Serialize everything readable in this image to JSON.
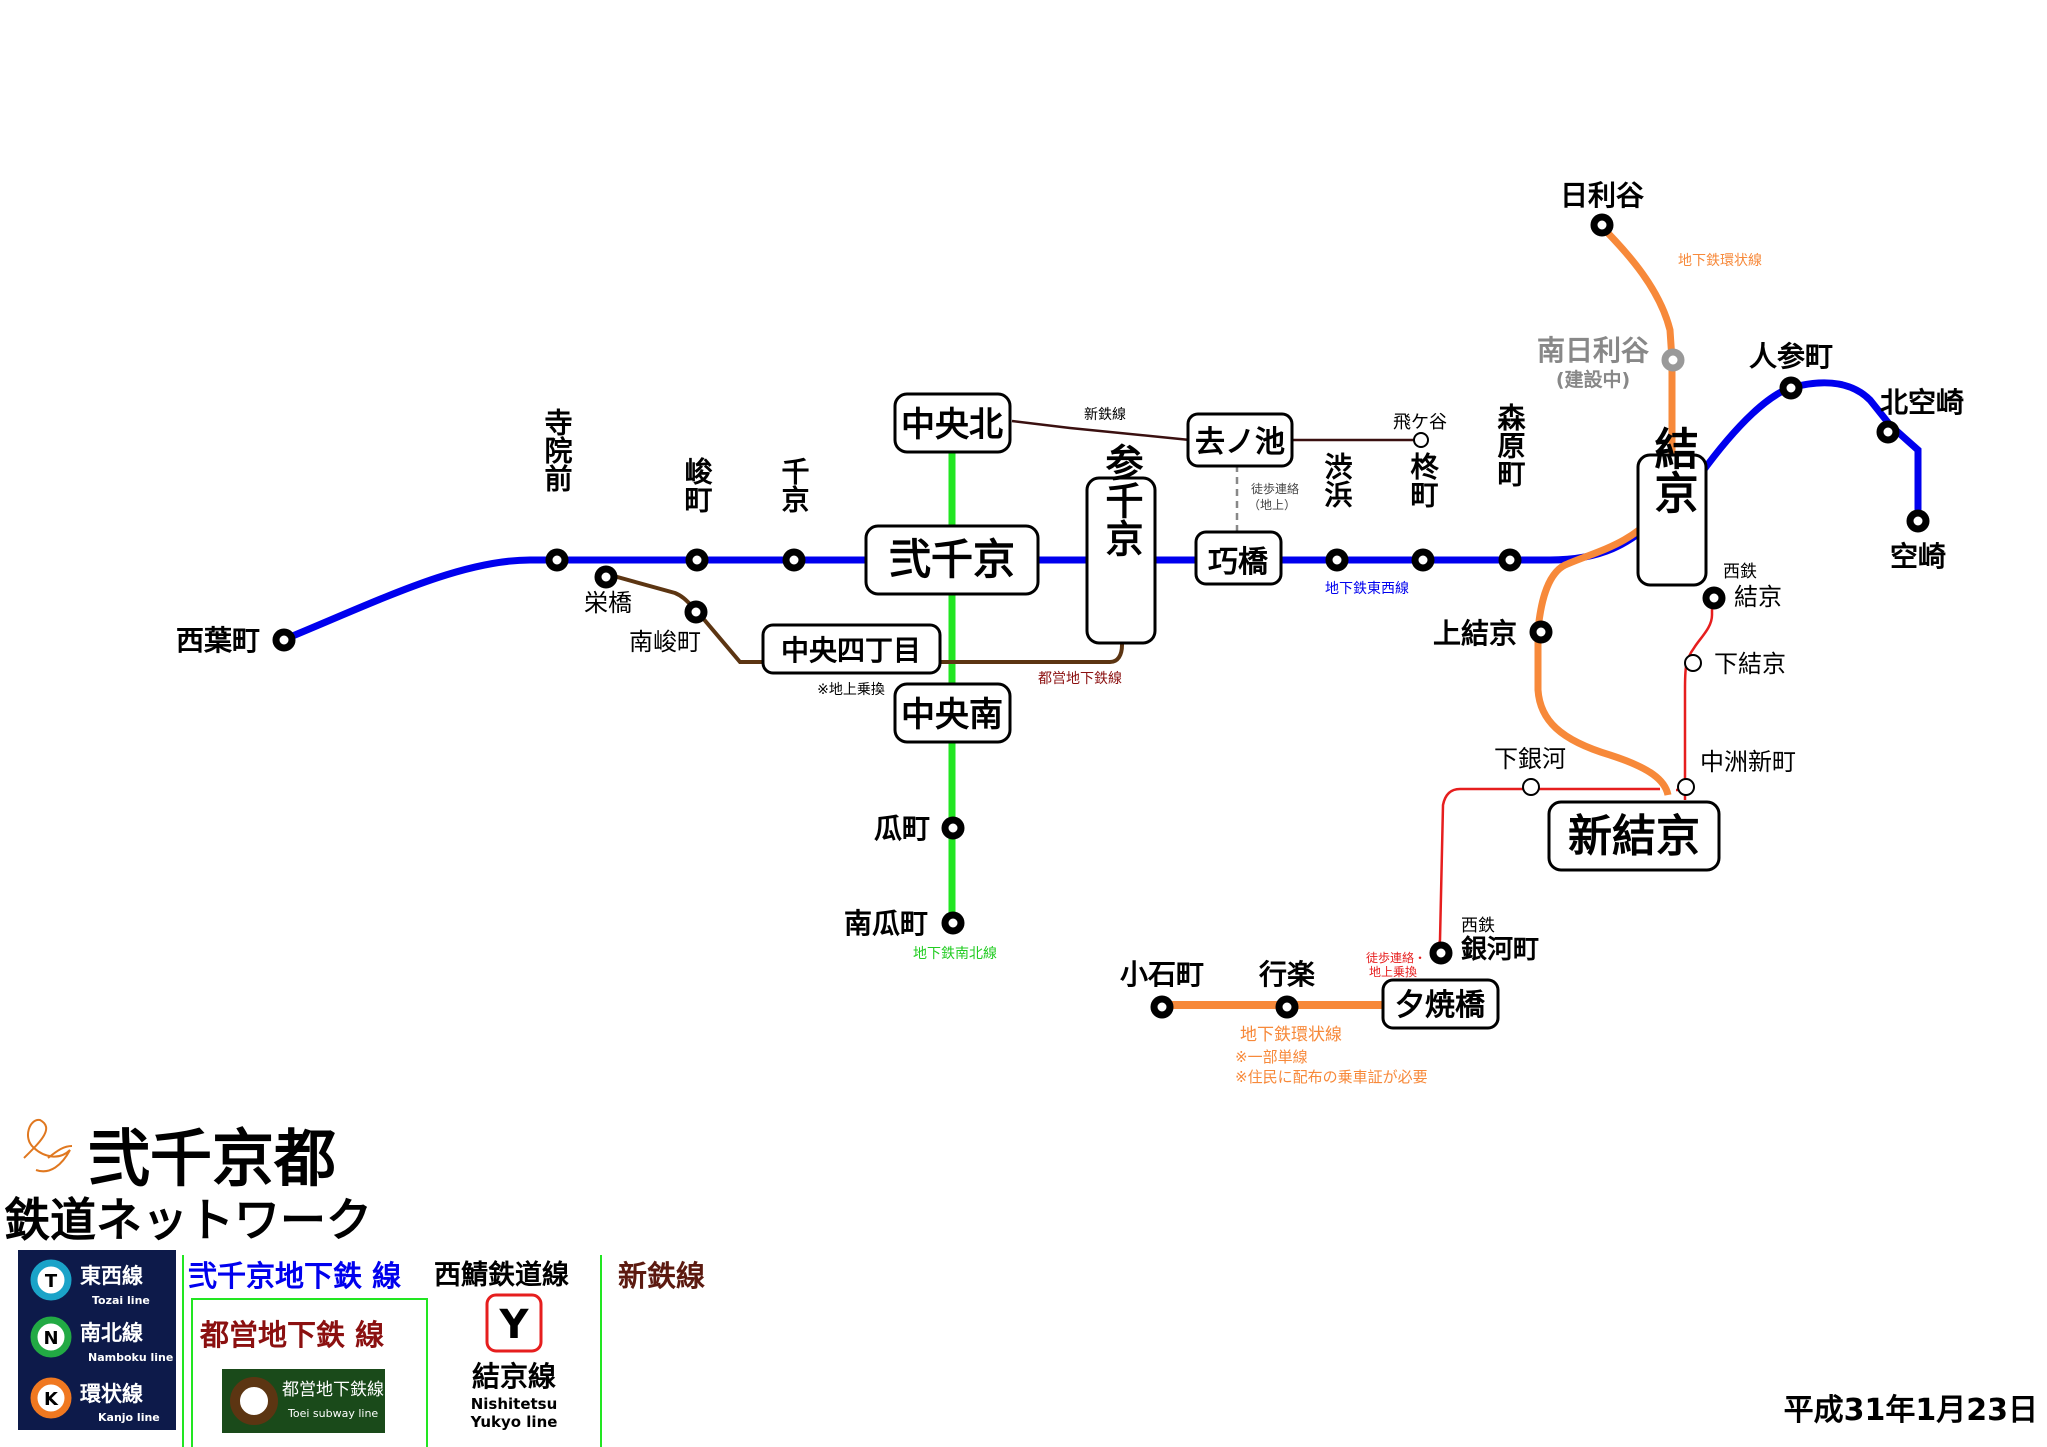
{
  "lines": {
    "tozai": {
      "color": "#0000ee",
      "label": "地下鉄東西線"
    },
    "namboku": {
      "color": "#22e622",
      "label": "地下鉄南北線"
    },
    "kanjo": {
      "color": "#f7893a",
      "label": "地下鉄環状線",
      "note1": "※一部単線",
      "note2": "※住民に配布の乗車証が必要",
      "label_north": "地下鉄環状線"
    },
    "toei": {
      "color": "#5c3512",
      "label": "都営地下鉄線"
    },
    "shintetsu": {
      "color": "#3a1010",
      "label": "新鉄線"
    },
    "yukyo": {
      "color": "#e61e1e"
    }
  },
  "stations": {
    "nishihamachi": "西葉町",
    "jiinmae": "寺院前",
    "shuncho": "峻町",
    "senkyo": "千京",
    "nisenkyo": "弐千京",
    "sansenkyo": "参千京",
    "takumibashi": "巧橋",
    "shibuhama": "渋浜",
    "hiiragimachi": "柊町",
    "shinbaramachi": "森原町",
    "kamiyukyo": "上結京",
    "yukyo": "結京",
    "nishitetsu_yukyo_prefix": "西鉄",
    "nishitetsu_yukyo": "結京",
    "shimoyukyo": "下結京",
    "nakasushinmachi": "中洲新町",
    "shinyukyo": "新結京",
    "shimoginga": "下銀河",
    "nishitetsu_gingamachi_prefix": "西鉄",
    "gingamachi": "銀河町",
    "yuyakebashi": "夕焼橋",
    "gyoraku": "行楽",
    "koishimachi": "小石町",
    "nichiridani": "日利谷",
    "minaminichiridani": "南日利谷",
    "under_construction": "(建設中)",
    "ninjinmachi": "人参町",
    "kitakurasaki": "北空崎",
    "kurasaki": "空崎",
    "chuokita": "中央北",
    "chuominami": "中央南",
    "urimachi": "瓜町",
    "minamiurimachi": "南瓜町",
    "sakaebashi": "栄橋",
    "minamishunmachi": "南峻町",
    "chuoyonchome": "中央四丁目",
    "sarunoike": "去ノ池",
    "hikegaya": "飛ケ谷"
  },
  "notes": {
    "shintetsu_line": "新鉄線",
    "toei_line": "都営地下鉄線",
    "walk_transfer": "徒歩連絡",
    "walk_transfer_ground": "（地上）",
    "ground_transfer": "※地上乗換",
    "walk_transfer2": "徒歩連絡・",
    "walk_transfer2b": "地上乗換"
  },
  "title": {
    "main": "弐千京都",
    "sub": "鉄道ネットワーク"
  },
  "legend": {
    "subway_group": "弐千京地下鉄 線",
    "toei_group": "都営地下鉄 線",
    "nishisaba_group": "西鯖鉄道線",
    "shintetsu_group": "新鉄線",
    "tozai_jp": "東西線",
    "tozai_en": "Tozai line",
    "tozai_letter": "T",
    "namboku_jp": "南北線",
    "namboku_en": "Namboku line",
    "namboku_letter": "N",
    "kanjo_jp": "環状線",
    "kanjo_en": "Kanjo line",
    "kanjo_letter": "K",
    "toei_jp": "都営地下鉄線",
    "toei_en": "Toei subway line",
    "yukyo_letter": "Y",
    "yukyo_jp": "結京線",
    "yukyo_en1": "Nishitetsu",
    "yukyo_en2": "Yukyo line"
  },
  "date": "平成31年1月23日"
}
